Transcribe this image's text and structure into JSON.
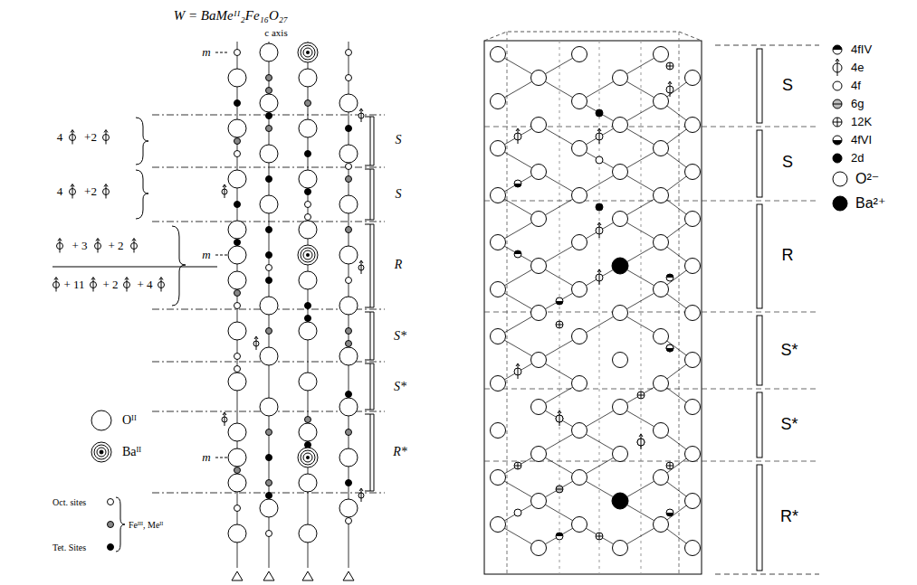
{
  "diagram": {
    "title": "W = BaMeᴵᴵ₂Fe₁₆O₂₇",
    "labels": [
      "c axis",
      "m",
      "4",
      "+2",
      "S",
      "4",
      "+2",
      "S",
      "m",
      "+ 3",
      "+ 2",
      "R",
      "+ 11",
      "+ 2",
      "+ 4",
      "S*",
      "S*",
      "m",
      "R*",
      "S",
      "S",
      "R",
      "S*",
      "S*",
      "R*"
    ],
    "legend": [
      {
        "text": "Oᴵᴵ"
      },
      {
        "text": "Baᴵᴵ"
      },
      {
        "text": "Oct. sites"
      },
      {
        "text": "Tet. Sites"
      },
      {
        "text": "Feᴵᴵᴵ, Meᴵᴵ"
      },
      {
        "text": "4fIV"
      },
      {
        "text": "4e"
      },
      {
        "text": "4f"
      },
      {
        "text": "6g"
      },
      {
        "text": "12K"
      },
      {
        "text": "4fVI"
      },
      {
        "text": "2d"
      },
      {
        "text": "O²⁻"
      },
      {
        "text": "Ba²⁺"
      }
    ]
  }
}
